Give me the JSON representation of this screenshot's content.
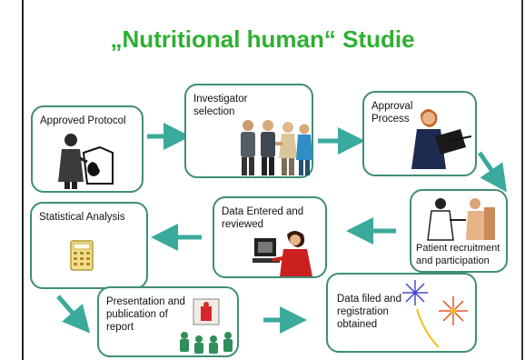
{
  "title": "„Nutritional human“ Studie",
  "colors": {
    "title": "#2eb032",
    "box_border": "#3f8e73",
    "arrow": "#3aaa9c"
  },
  "steps": [
    {
      "label": "Approved Protocol",
      "icon": "presenter-with-document-icon"
    },
    {
      "label": "Investigator selection",
      "icon": "handshake-people-icon"
    },
    {
      "label": "Approval Process",
      "icon": "woman-with-clipboard-icon"
    },
    {
      "label": "Patient recruitment and participation",
      "icon": "doctor-patient-exam-icon"
    },
    {
      "label": "Data Entered and reviewed",
      "icon": "woman-at-computer-icon"
    },
    {
      "label": "Statistical Analysis",
      "icon": "calculator-icon"
    },
    {
      "label": "Presentation and publication of report",
      "icon": "audience-presentation-icon"
    },
    {
      "label": "Data filed and registration obtained",
      "icon": "fireworks-icon"
    }
  ]
}
